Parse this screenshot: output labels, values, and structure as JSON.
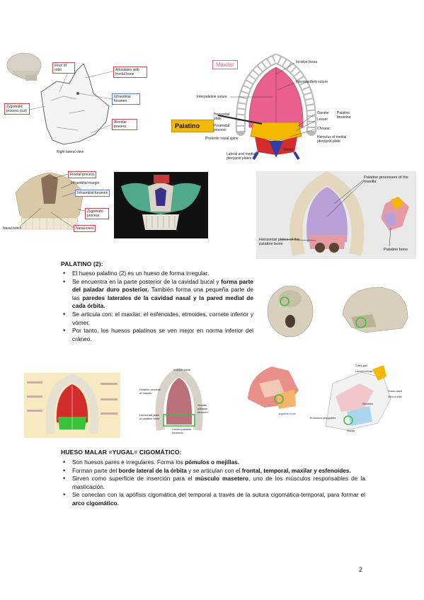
{
  "figures": {
    "maxilla_lateral": {
      "labels": [
        "Floor of orbit",
        "Articulates with frontal bone",
        "Infraorbital foramen",
        "Zygomatic process (cut)",
        "Alveolar process"
      ],
      "caption": "Right lateral view"
    },
    "palate_inferior": {
      "title_maxilar": "Maxilar",
      "title_palatino": "Palatino",
      "labels_left": [
        "Interpalatine suture",
        "Horizontal plate",
        "Pyramidal process",
        "Posterior nasal spine"
      ],
      "labels_right": [
        "Incisive fossa",
        "Intermaxillary suture",
        "Greater",
        "Lesser",
        "Palatine foramina",
        "Choana",
        "Hamulus of medial pterygoid plate"
      ],
      "labels_bottom": [
        "Lateral and medial pterygoid plates",
        "Vomer"
      ]
    },
    "maxilla_front": {
      "labels": [
        "Frontal process",
        "Infraorbital margin",
        "Infraorbital foramen",
        "Zygomatic process",
        "Nasal notch",
        "Nasal crest"
      ]
    },
    "palate_photo": {
      "labels": [
        "Palatine processes of the maxilla",
        "Horizontal plates of the palatine bone",
        "Palatine bone"
      ]
    },
    "row3_fig2": {
      "labels": [
        "Incisive canal",
        "Palatine process of maxilla",
        "Greater palatine foramen",
        "Lesser palatine foramina",
        "Horizontal plate of palatine bone"
      ]
    },
    "row3_fig3": {
      "labels": [
        "palatine bone"
      ]
    },
    "row3_fig4": {
      "labels": [
        "Crista galli",
        "Lamina cribosa",
        "Hueso nasal",
        "Seno frontal",
        "Etmoides",
        "Processus pterygoides",
        "Maxilar"
      ]
    }
  },
  "palatino": {
    "title": "PALATINO (2):",
    "b1": "El hueso palatino (2) es un hueso de forma irregular.",
    "b2_p1": "Se encuentra en la parte posterior de la cavidad bucal y ",
    "b2_b1": "forma parte del paladar duro posterior.",
    "b2_p2": " También forma una pequeña parte de las ",
    "b2_b2": "paredes laterales de la cavidad nasal y la pared medial de cada órbita.",
    "b3": "Se articula con: el maxilar, el esfenoides, etmoides, cornete inferior y vómer.",
    "b4": "Por tanto, los huesos palatinos se ven mejor en norma inferior del cráneo."
  },
  "malar": {
    "title": "HUESO MALAR =YUGAL= CIGOMÁTICO:",
    "b1_p1": "Son huesos pares e irregulares. Forma los ",
    "b1_b1": "pómulos o mejillas.",
    "b2_p1": "Forman parte del ",
    "b2_b1": "borde lateral de la órbita",
    "b2_p2": " y se articulan con el ",
    "b2_b2": "frontal, temporal, maxilar y esfenoides.",
    "b3_p1": "Sirven como superficie de inserción para el ",
    "b3_b1": "músculo masetero",
    "b3_p2": ", uno de los músculos responsables de la masticación.",
    "b4_p1": "Se conectan con la apófisis cigomática del temporal a través de la sutura cigomática-temporal, para formar el ",
    "b4_b1": "arco cigomático."
  },
  "page_number": "2",
  "colors": {
    "accent_red": "#d64545",
    "palatino_yellow": "#f5b800",
    "maxilar_pink": "#e95f8e",
    "green_circle": "#39c23a"
  }
}
